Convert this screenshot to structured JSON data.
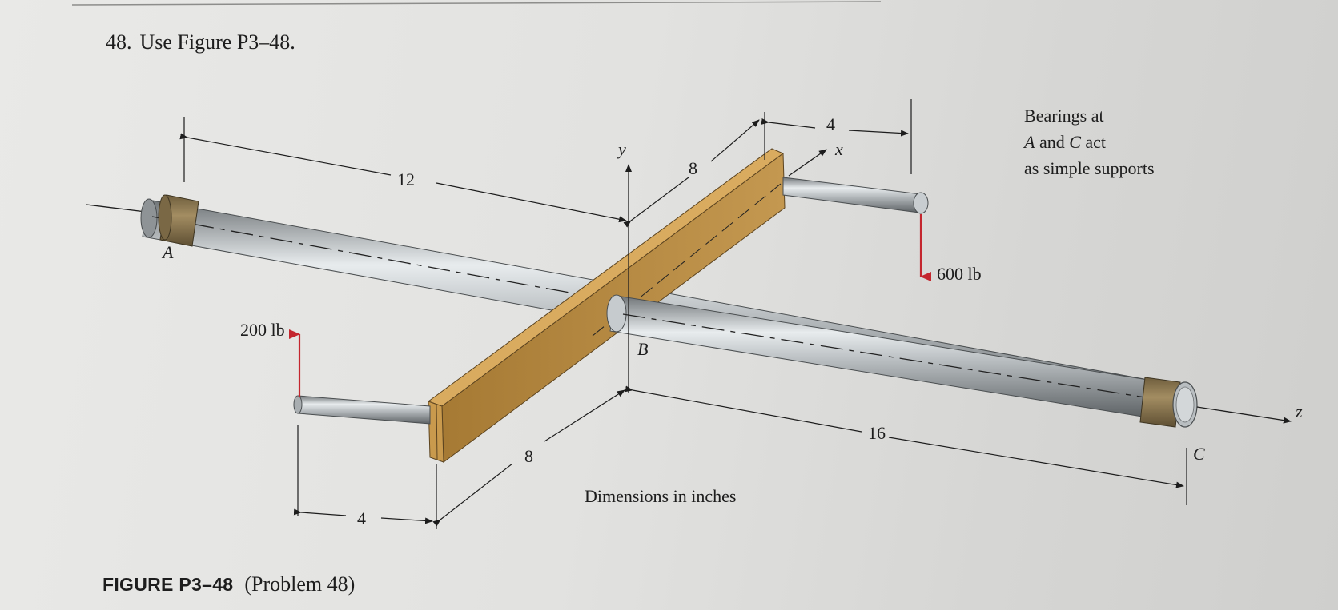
{
  "problem": {
    "number": "48.",
    "text": "Use Figure P3–48."
  },
  "figure": {
    "dimensions": {
      "d_12": "12",
      "d_8_top": "8",
      "d_4_top": "4",
      "d_8_bottom": "8",
      "d_16": "16",
      "d_4_bottom": "4"
    },
    "axes": {
      "x": "x",
      "y": "y",
      "z": "z"
    },
    "points": {
      "A": "A",
      "B": "B",
      "C": "C"
    },
    "loads": {
      "left": "200 lb",
      "right": "600 lb"
    },
    "dimensions_note": "Dimensions in inches",
    "bearing_note": {
      "line1": "Bearings at",
      "line2_pre": "A",
      "line2_post": " and ",
      "line2_c": "C",
      "line2_end": " act",
      "line3": "as simple supports"
    }
  },
  "caption": {
    "label": "FIGURE P3–48",
    "text": "(Problem 48)"
  },
  "colors": {
    "shaft": "#9aa0a3",
    "bearing": "#8a7752",
    "lever": "#b8893f",
    "force_arrow": "#c4262e"
  }
}
